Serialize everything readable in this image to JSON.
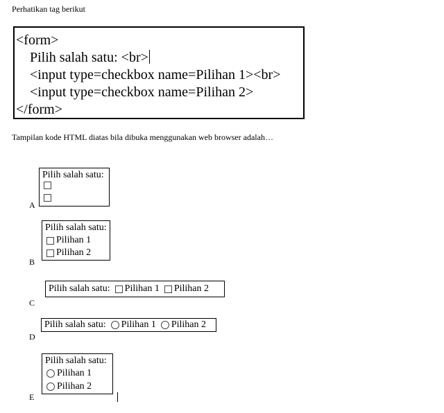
{
  "intro": "Perhatikan tag berikut",
  "code": {
    "line1": "<form>",
    "line2": "Pilih salah satu: <br>",
    "line3": "<input type=checkbox name=Pilihan 1><br>",
    "line4": "<input type=checkbox name=Pilihan 2>",
    "line5": "</form>"
  },
  "question": "Tampilan kode HTML diatas bila dibuka menggunakan web browser adalah…",
  "options": {
    "a": {
      "letter": "A",
      "label": "Pilih salah satu:"
    },
    "b": {
      "letter": "B",
      "label": "Pilih salah satu:",
      "item1": "Pilihan 1",
      "item2": "Pilihan 2"
    },
    "c": {
      "letter": "C",
      "label": "Pilih salah satu:",
      "item1": "Pilihan 1",
      "item2": "Pilihan 2"
    },
    "d": {
      "letter": "D",
      "label": "Pilih salah satu:",
      "item1": "Pilihan 1",
      "item2": "Pilihan 2"
    },
    "e": {
      "letter": "E",
      "label": "Pilih salah satu:",
      "item1": "Pilihan 1",
      "item2": "Pilihan 2"
    }
  }
}
